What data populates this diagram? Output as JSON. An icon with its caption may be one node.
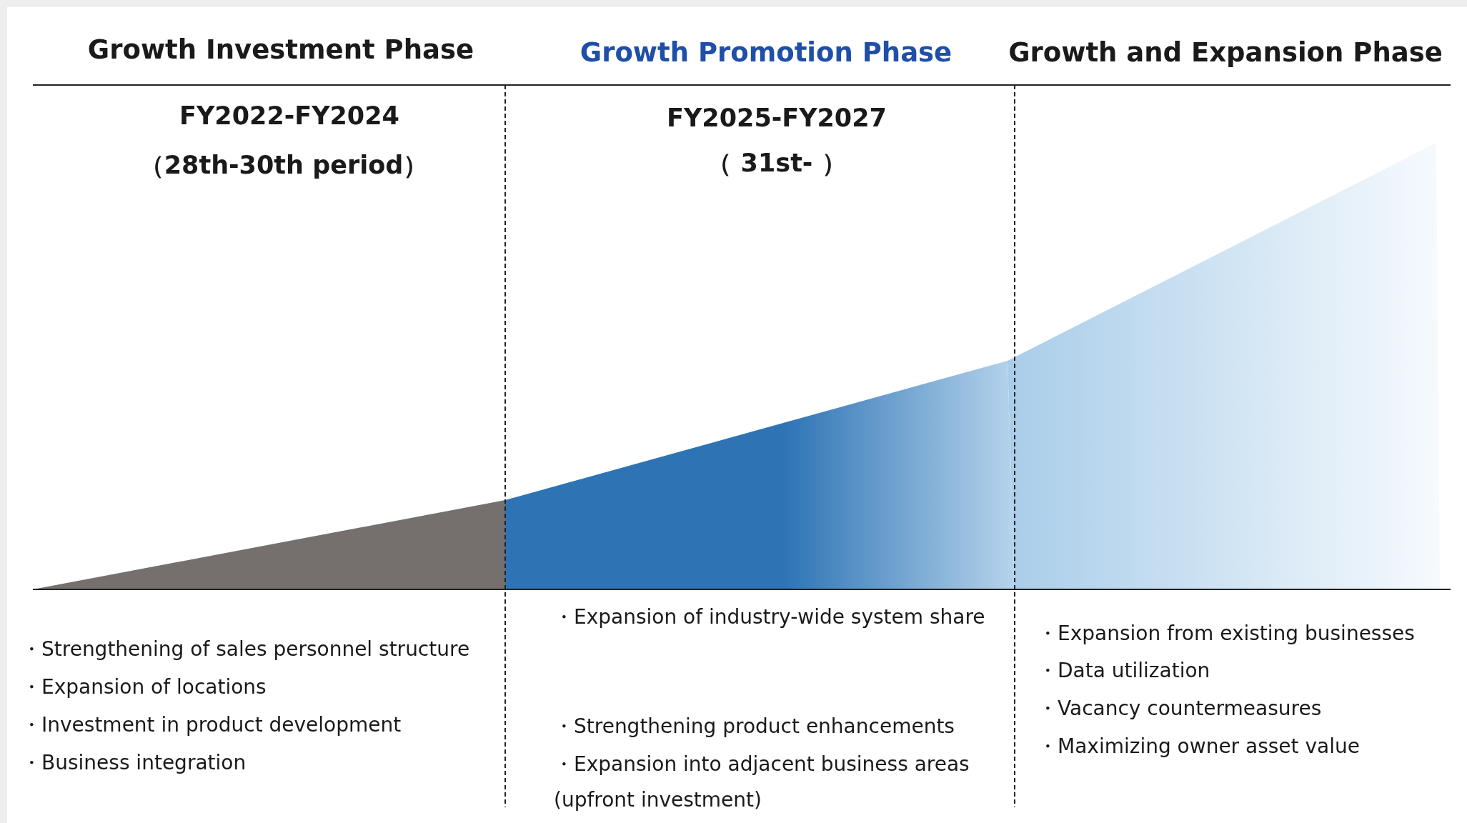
{
  "diagram": {
    "labels": [
      "Growth Investment Phase",
      "Growth Promotion Phase",
      "Growth and Expansion Phase",
      "FY2022-FY2024",
      "（28th-30th period）",
      "FY2025-FY2027",
      "（ 31st- ）",
      "・Strengthening of sales personnel structure",
      "・Expansion of locations",
      "・Investment in product development",
      "・Business integration",
      "・Expansion of industry-wide system share",
      "・Strengthening product enhancements",
      "・Expansion into adjacent business areas",
      "(upfront investment)",
      "・Expansion from existing businesses",
      "・Data utilization",
      "・Vacancy countermeasures",
      "・Maximizing owner asset value"
    ]
  }
}
